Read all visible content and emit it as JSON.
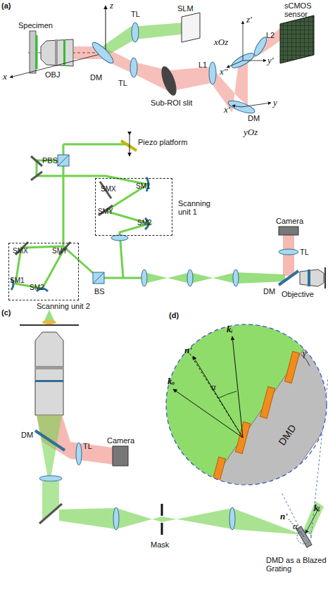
{
  "diagram": {
    "nodes": [
      {
        "text": [
          "Scanning unit 1",
          "SMX",
          "SM1",
          "SMY",
          "SM2"
        ]
      },
      {
        "text": [
          "Scanning unit 2",
          "SMX",
          "SMY",
          "SM1",
          "SM2"
        ]
      }
    ],
    "labels": [
      "(a)",
      "Specimen",
      "OBJ",
      "z",
      "x",
      "DM",
      "TL",
      "SLM",
      "TL",
      "sCMOS sensor",
      "z'",
      "xOz",
      "x''",
      "y'",
      "L2",
      "Sub-ROI slit",
      "L1",
      "x'",
      "DM",
      "y",
      "yOz",
      "Piezo platform",
      "PBS",
      "BS",
      "Camera",
      "TL",
      "DM",
      "Objective",
      "(c)",
      "DM",
      "TL",
      "Camera",
      "Mask",
      "DMD as a Blazed Grating",
      "n'",
      "α",
      "kᵢ",
      "(d)",
      "n'",
      "α",
      "kᵢ",
      "kₒ",
      "γ",
      "DMD"
    ]
  }
}
